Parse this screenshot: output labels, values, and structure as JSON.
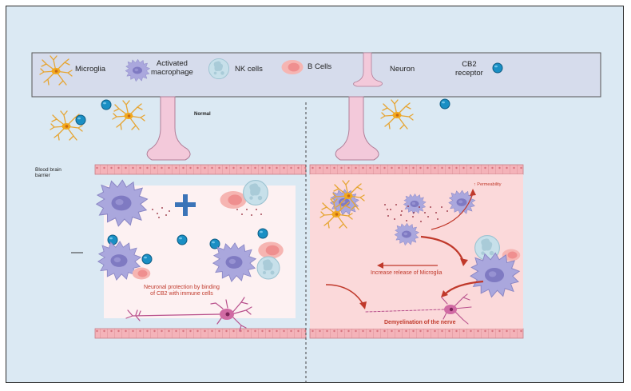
{
  "legend": {
    "microglia": "Microglia",
    "activated_macrophage": "Activated\nmacrophage",
    "nk_cells": "NK cells",
    "b_cells": "B Cells",
    "neuron": "Neuron",
    "cb2_receptor": "CB2\nreceptor"
  },
  "labels": {
    "normal": "Normal",
    "bbb": "Blood brain\nbarrier",
    "protection": "Neuronal protection by binding\nof CB2 with immune cells",
    "permeability": "↑ Permeability",
    "increase_release": "Increase release of Microglia",
    "demyelination": "Demyelination  of the nerve"
  },
  "colors": {
    "background": "#dbe9f3",
    "microglia": "#e0a32a",
    "macrophage": "#a9a6dc",
    "nk_cell": "#bcdbe6",
    "b_cell": "#f2a0a0",
    "neuron": "#f0c6d8",
    "cb2": "#1a8fc4",
    "arrow": "#c0392b",
    "bbb_strip": "#f4b3b9"
  }
}
